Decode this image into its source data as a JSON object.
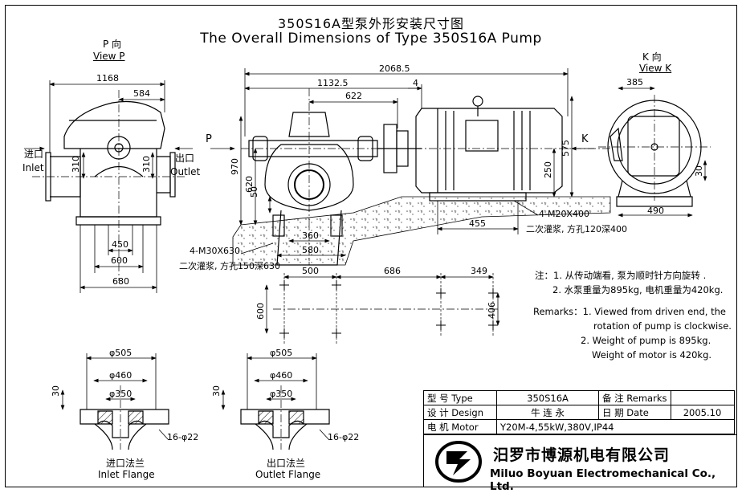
{
  "title": {
    "cn": "350S16A型泵外形安装尺寸图",
    "en": "The Overall Dimensions of Type 350S16A Pump"
  },
  "view_p": {
    "cn": "P 向",
    "en": "View P"
  },
  "view_k": {
    "cn": "K 向",
    "en": "View K"
  },
  "inlet": {
    "cn": "进口",
    "en": "Inlet"
  },
  "outlet": {
    "cn": "出口",
    "en": "Outlet"
  },
  "letters": {
    "p": "P",
    "k": "K"
  },
  "dims": {
    "d1168": "1168",
    "d584": "584",
    "d310a": "310",
    "d310b": "310",
    "d450": "450",
    "d600a": "600",
    "d680": "680",
    "d2068": "2068.5",
    "d1132": "1132.5",
    "d4": "4",
    "d622": "622",
    "d970": "970",
    "d620": "620",
    "d50": "50",
    "d360": "360",
    "d580": "580",
    "d250": "250",
    "d575": "575",
    "d455": "455",
    "d385": "385",
    "d490": "490",
    "d30k": "30",
    "d500": "500",
    "d686": "686",
    "d349": "349",
    "d600b": "600",
    "d406": "406",
    "d505a": "φ505",
    "d460a": "φ460",
    "d350a": "φ350",
    "d30a": "30",
    "d22a": "16-φ22",
    "d505b": "φ505",
    "d460b": "φ460",
    "d350b": "φ350",
    "d30b": "30",
    "d22b": "16-φ22"
  },
  "anchors": {
    "pump_bolt": "4-M30X630",
    "pump_grout": "二次灌浆, 方孔150深630",
    "motor_bolt": "4-M20X400",
    "motor_grout": "二次灌浆, 方孔120深400"
  },
  "flanges": {
    "inlet_cn": "进口法兰",
    "inlet_en": "Inlet Flange",
    "outlet_cn": "出口法兰",
    "outlet_en": "Outlet Flange"
  },
  "notes": {
    "cn1": "注：1. 从传动端看, 泵为顺时针方向旋转 .",
    "cn2": "2. 水泵重量为895kg, 电机重量为420kg.",
    "en1": "Remarks：1. Viewed from driven end, the",
    "en2": "rotation of pump is  clockwise.",
    "en3": "2. Weight of pump is 895kg.",
    "en4": "Weight of motor is 420kg."
  },
  "titleblock": {
    "type_label": "型 号 Type",
    "type_value": "350S16A",
    "remarks_label": "备 注 Remarks",
    "remarks_value": "",
    "design_label": "设 计 Design",
    "design_value": "牛 连 永",
    "date_label": "日 期 Date",
    "date_value": "2005.10",
    "motor_label": "电 机 Motor",
    "motor_value": "Y20M-4,55kW,380V,IP44"
  },
  "company": {
    "cn": "汨罗市博源机电有限公司",
    "en": "Miluo Boyuan Electromechanical Co., Ltd."
  }
}
